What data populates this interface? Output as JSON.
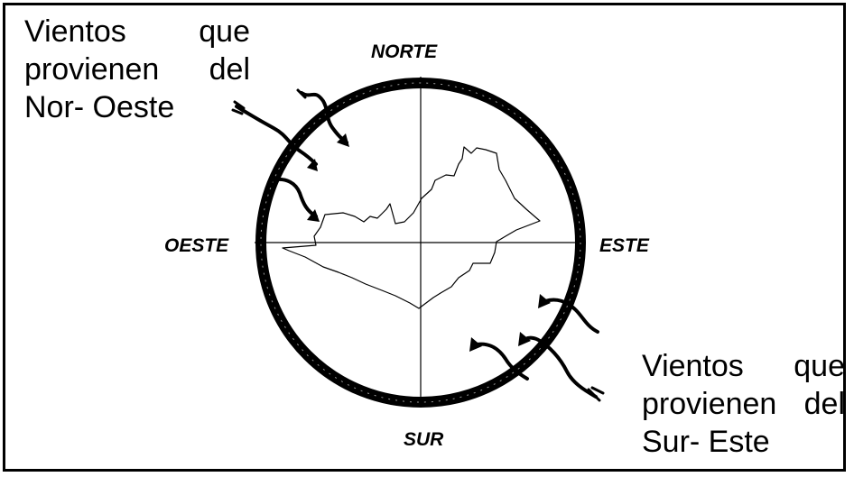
{
  "directions": {
    "north": "NORTE",
    "west": "OESTE",
    "east": "ESTE",
    "south": "SUR"
  },
  "notes": {
    "northwest": {
      "line1": "Vientos    que",
      "line2": "provienen  del",
      "line3": "Nor- Oeste"
    },
    "southeast": {
      "line1": "Vientos  que",
      "line2": "provienen del",
      "line3": "Sur- Este"
    }
  },
  "icons": {
    "compass": "compass-ring",
    "wind": "wind-arrow",
    "region": "territory-outline"
  },
  "colors": {
    "ink": "#000000",
    "background": "#ffffff"
  }
}
